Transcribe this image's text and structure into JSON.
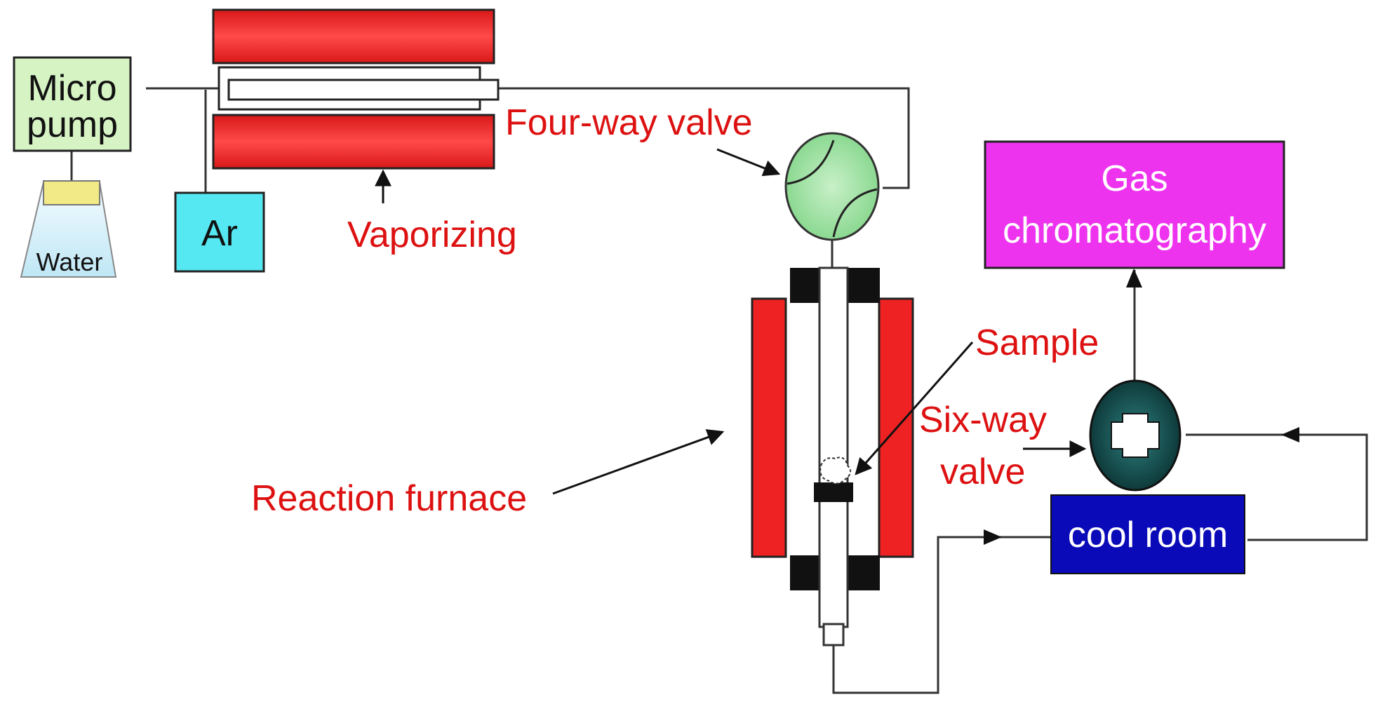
{
  "diagram": {
    "micropump_label_line1": "Micro",
    "micropump_label_line2": "pump",
    "water_label": "Water",
    "argon_label": "Ar",
    "vaporizing_label": "Vaporizing",
    "four_way_valve_label": "Four-way valve",
    "gas_chromatography_line1": "Gas",
    "gas_chromatography_line2": "chromatography",
    "sample_label": "Sample",
    "six_way_valve_line1": "Six-way",
    "six_way_valve_line2": "valve",
    "reaction_furnace_label": "Reaction furnace",
    "cool_room_label": "cool room"
  },
  "colors": {
    "heater_red": "#ee2222",
    "label_red": "#dd1111",
    "pump_box": "#d6f3c4",
    "argon_box": "#55e8f2",
    "chromatography_box": "#ee33ee",
    "cool_room_box": "#0a0ab8",
    "valve_green": "#9ee0a0",
    "six_way_valve": "#0d3b3b",
    "line": "#333333"
  }
}
